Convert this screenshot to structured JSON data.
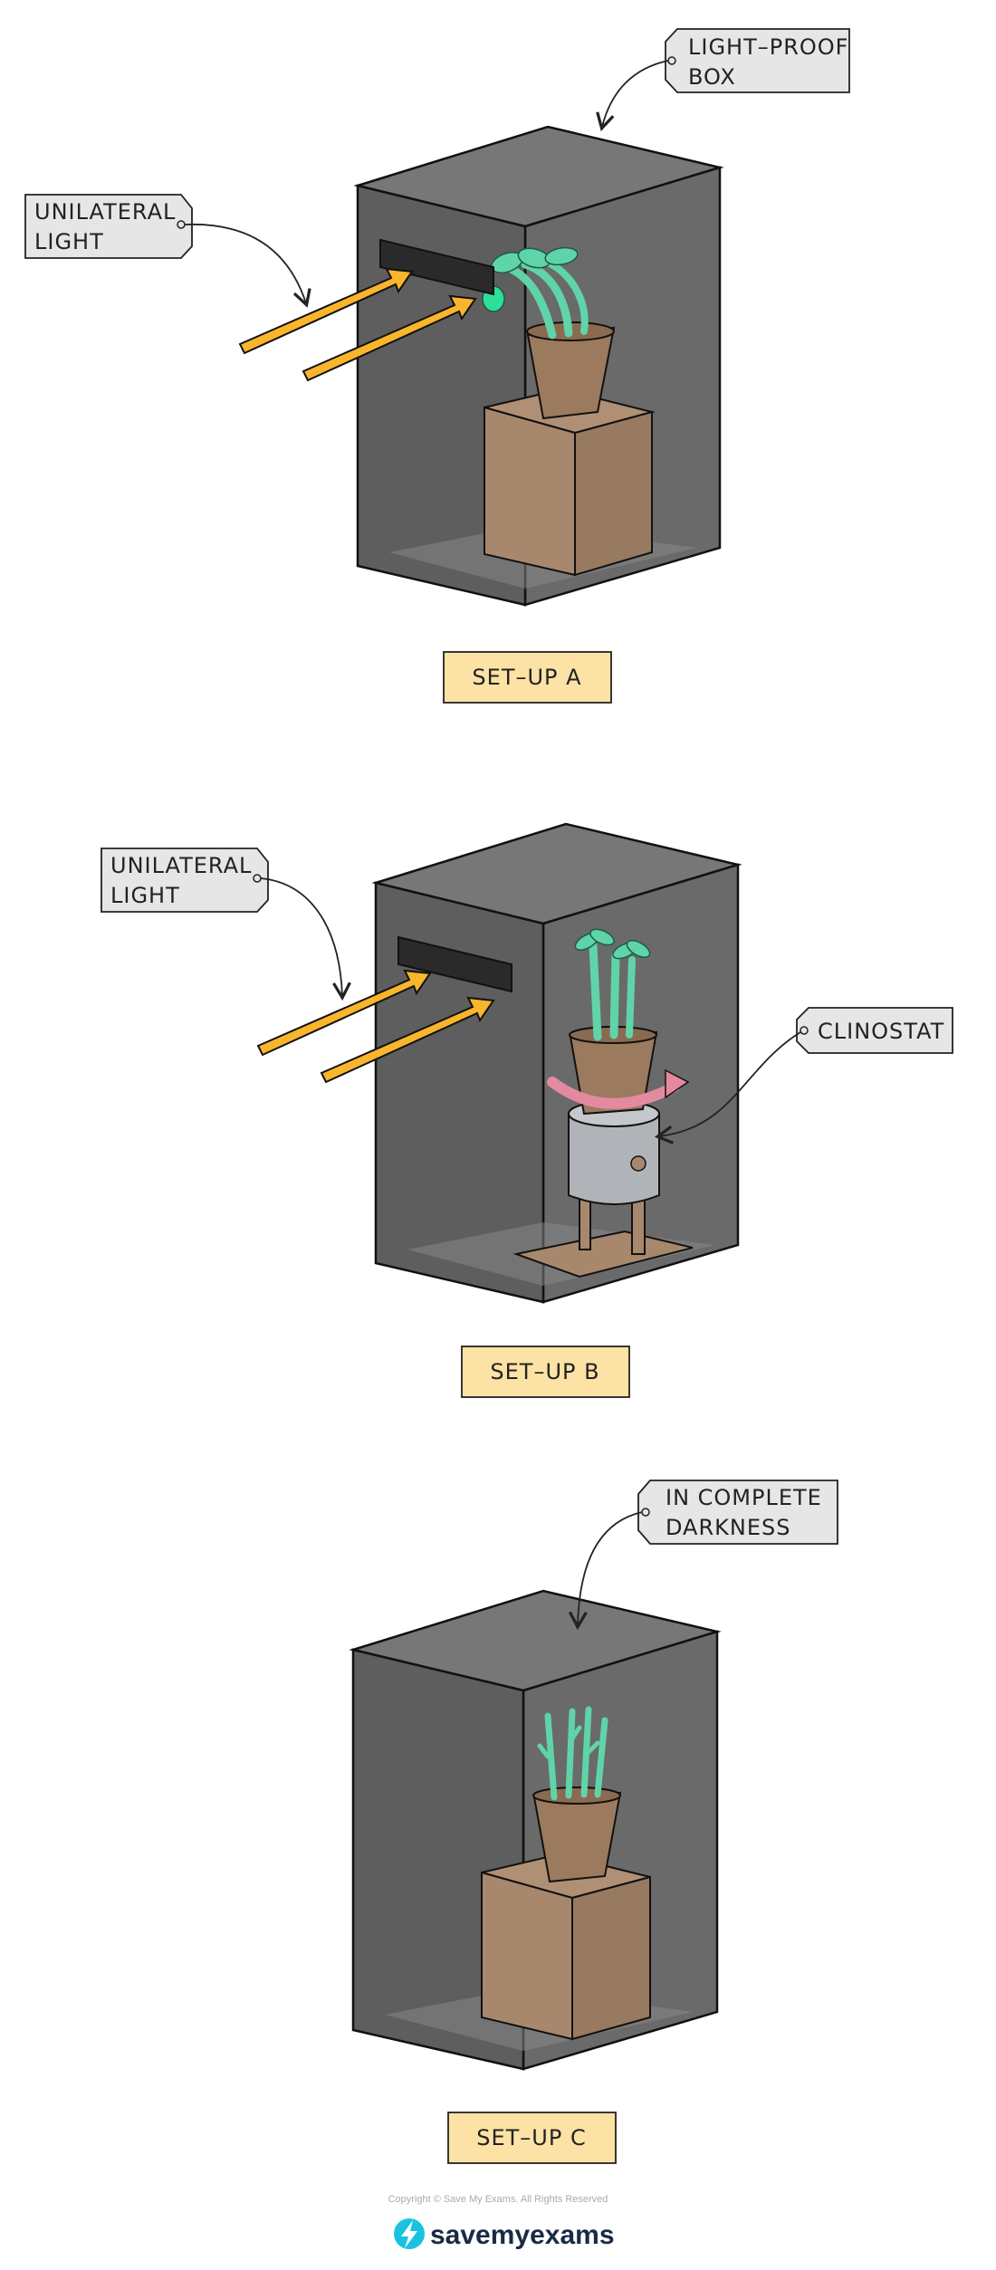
{
  "colors": {
    "box_top": "#777777",
    "box_front": "#5a5a5a",
    "box_side": "#656565",
    "box_floor": "#8a8a8a",
    "window": "#2a2a2a",
    "arrow": "#f9b52b",
    "plant": "#5fd4a8",
    "pot": "#9c7a5e",
    "stand": "#a8886d",
    "clinostat": "#b0b4b8",
    "rotation_arrow": "#e38aa0",
    "tag_fill": "#e6e6e6",
    "caption_fill": "#fde2a6",
    "brand_bolt": "#19c3e0"
  },
  "setup_a": {
    "caption": "SET–UP A",
    "label_light_line1": "UNILATERAL",
    "label_light_line2": "LIGHT",
    "label_box_line1": "LIGHT–PROOF",
    "label_box_line2": "BOX"
  },
  "setup_b": {
    "caption": "SET–UP B",
    "label_light_line1": "UNILATERAL",
    "label_light_line2": "LIGHT",
    "label_clinostat": "CLINOSTAT"
  },
  "setup_c": {
    "caption": "SET–UP C",
    "label_dark_line1": "IN COMPLETE",
    "label_dark_line2": "DARKNESS"
  },
  "footer": {
    "copyright": "Copyright © Save My Exams. All Rights Reserved",
    "brand": "savemyexams",
    "brand_icon": "lightning-bolt-icon"
  }
}
